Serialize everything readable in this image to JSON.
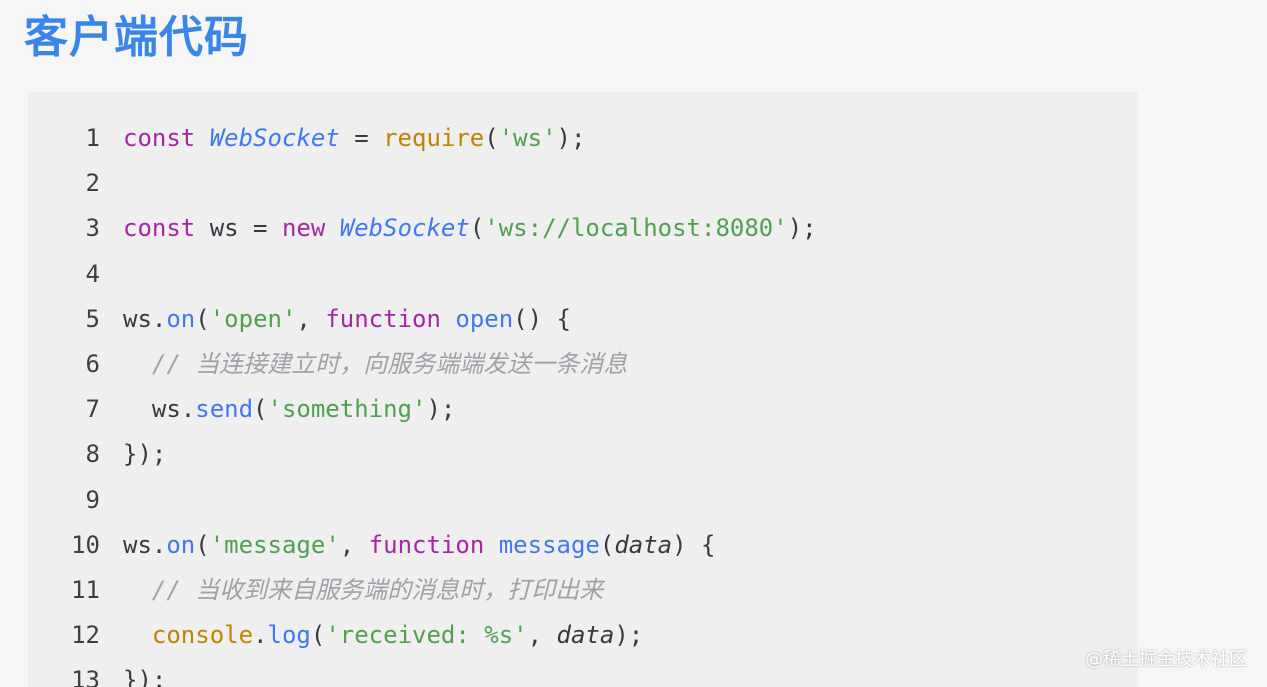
{
  "title": "客户端代码",
  "watermark": "@稀土掘金技术社区",
  "colors": {
    "title": "#3a86e8",
    "background": "#f6f6f6",
    "code_background": "#efefef",
    "keyword": "#a626a4",
    "class_name": "#4078f2",
    "function_call": "#c18401",
    "method": "#4078f2",
    "string": "#50a14f",
    "comment": "#a0a1a7"
  },
  "code": {
    "lines": [
      {
        "number": "1",
        "tokens": [
          {
            "t": "const",
            "k": "kw"
          },
          {
            "t": " ",
            "k": "plain"
          },
          {
            "t": "WebSocket",
            "k": "cls"
          },
          {
            "t": " = ",
            "k": "plain"
          },
          {
            "t": "require",
            "k": "fn"
          },
          {
            "t": "(",
            "k": "plain"
          },
          {
            "t": "'ws'",
            "k": "str"
          },
          {
            "t": ");",
            "k": "plain"
          }
        ]
      },
      {
        "number": "2",
        "tokens": []
      },
      {
        "number": "3",
        "tokens": [
          {
            "t": "const",
            "k": "kw"
          },
          {
            "t": " ws = ",
            "k": "plain"
          },
          {
            "t": "new",
            "k": "kw"
          },
          {
            "t": " ",
            "k": "plain"
          },
          {
            "t": "WebSocket",
            "k": "cls"
          },
          {
            "t": "(",
            "k": "plain"
          },
          {
            "t": "'ws://localhost:8080'",
            "k": "str"
          },
          {
            "t": ");",
            "k": "plain"
          }
        ]
      },
      {
        "number": "4",
        "tokens": []
      },
      {
        "number": "5",
        "tokens": [
          {
            "t": "ws.",
            "k": "plain"
          },
          {
            "t": "on",
            "k": "method"
          },
          {
            "t": "(",
            "k": "plain"
          },
          {
            "t": "'open'",
            "k": "str"
          },
          {
            "t": ", ",
            "k": "plain"
          },
          {
            "t": "function",
            "k": "kw"
          },
          {
            "t": " ",
            "k": "plain"
          },
          {
            "t": "open",
            "k": "method"
          },
          {
            "t": "() {",
            "k": "plain"
          }
        ]
      },
      {
        "number": "6",
        "tokens": [
          {
            "t": "  ",
            "k": "plain"
          },
          {
            "t": "// 当连接建立时，向服务端端发送一条消息",
            "k": "cmt"
          }
        ]
      },
      {
        "number": "7",
        "tokens": [
          {
            "t": "  ws.",
            "k": "plain"
          },
          {
            "t": "send",
            "k": "method"
          },
          {
            "t": "(",
            "k": "plain"
          },
          {
            "t": "'something'",
            "k": "str"
          },
          {
            "t": ");",
            "k": "plain"
          }
        ]
      },
      {
        "number": "8",
        "tokens": [
          {
            "t": "});",
            "k": "plain"
          }
        ]
      },
      {
        "number": "9",
        "tokens": []
      },
      {
        "number": "10",
        "tokens": [
          {
            "t": "ws.",
            "k": "plain"
          },
          {
            "t": "on",
            "k": "method"
          },
          {
            "t": "(",
            "k": "plain"
          },
          {
            "t": "'message'",
            "k": "str"
          },
          {
            "t": ", ",
            "k": "plain"
          },
          {
            "t": "function",
            "k": "kw"
          },
          {
            "t": " ",
            "k": "plain"
          },
          {
            "t": "message",
            "k": "method"
          },
          {
            "t": "(",
            "k": "plain"
          },
          {
            "t": "data",
            "k": "param"
          },
          {
            "t": ") {",
            "k": "plain"
          }
        ]
      },
      {
        "number": "11",
        "tokens": [
          {
            "t": "  ",
            "k": "plain"
          },
          {
            "t": "// 当收到来自服务端的消息时，打印出来",
            "k": "cmt"
          }
        ]
      },
      {
        "number": "12",
        "tokens": [
          {
            "t": "  ",
            "k": "plain"
          },
          {
            "t": "console",
            "k": "fn"
          },
          {
            "t": ".",
            "k": "plain"
          },
          {
            "t": "log",
            "k": "method"
          },
          {
            "t": "(",
            "k": "plain"
          },
          {
            "t": "'received: %s'",
            "k": "str"
          },
          {
            "t": ", ",
            "k": "plain"
          },
          {
            "t": "data",
            "k": "param"
          },
          {
            "t": ");",
            "k": "plain"
          }
        ]
      },
      {
        "number": "13",
        "tokens": [
          {
            "t": "});",
            "k": "plain"
          }
        ]
      }
    ]
  }
}
